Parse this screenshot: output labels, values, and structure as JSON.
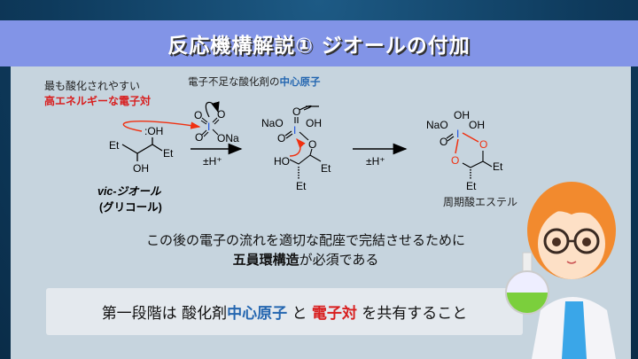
{
  "title": "反応機構解説① ジオールの付加",
  "notes": {
    "most_oxidizable": "最も酸化されやすい",
    "high_energy_pair": "高エネルギーな電子対",
    "deficient_prefix": "電子不足な酸化剤の",
    "central_atom": "中心原子"
  },
  "diol": {
    "oh_top": ":OH",
    "et_left": "Et",
    "et_right": "Et",
    "oh_bottom": "OH",
    "name": "vic-ジオール",
    "alt_name": "(グリコール)"
  },
  "periodate": {
    "o1": "O",
    "o2": "O",
    "o3": "O",
    "iodine": "I",
    "ona": "ONa"
  },
  "arrow1": {
    "label": "±H⁺"
  },
  "intermediate": {
    "nao": "NaO",
    "o_top": "O",
    "oh": "OH",
    "o_left": "O",
    "iodine": "I",
    "o_ring": "O",
    "ho": "HO",
    "et_right": "Et",
    "et_bottom": "Et"
  },
  "arrow2": {
    "label": "±H⁺"
  },
  "ester": {
    "oh_top": "OH",
    "nao": "NaO",
    "oh_right": "OH",
    "iodine": "I",
    "o_double": "O",
    "o_ring_right": "O",
    "o_ring_left": "O",
    "et_right": "Et",
    "et_bottom": "Et",
    "name": "周期酸エステル"
  },
  "explanation": {
    "line1": "この後の電子の流れを適切な配座で完結させるために",
    "line2_bold": "五員環構造",
    "line2_rest": "が必須である"
  },
  "summary": {
    "prefix": "第一段階は 酸化剤",
    "central": "中心原子",
    "mid": " と ",
    "pair": "電子対",
    "suffix": " を共有すること"
  },
  "colors": {
    "red": "#d81e1e",
    "blue": "#2466b0",
    "title_bar": "#8294e7"
  }
}
